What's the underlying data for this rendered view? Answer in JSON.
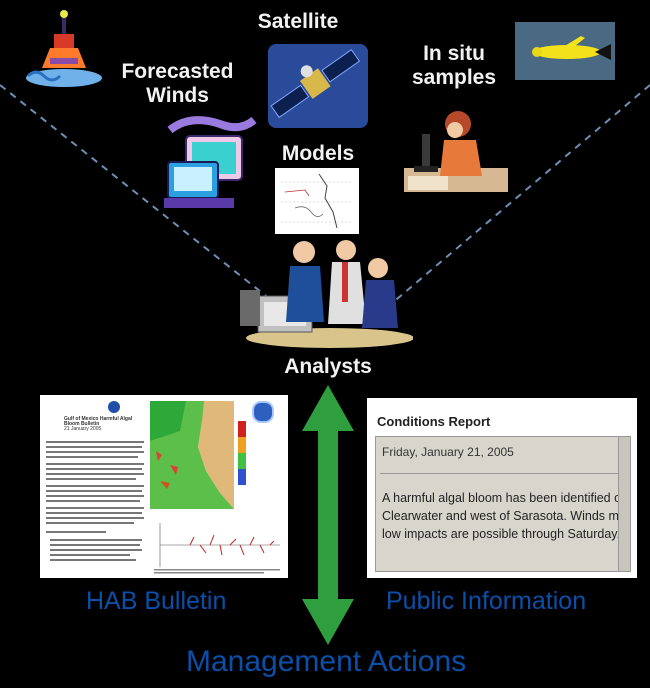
{
  "sources": {
    "satellite": "Satellite",
    "forecasted_winds_line1": "Forecasted",
    "forecasted_winds_line2": "Winds",
    "in_situ_line1": "In situ",
    "in_situ_line2": "samples",
    "models": "Models"
  },
  "analysts": "Analysts",
  "outputs": {
    "hab_bulletin": "HAB Bulletin",
    "public_information": "Public Information",
    "management_actions": "Management Actions"
  },
  "bulletin": {
    "title_line1": "Gulf of Mexico Harmful Algal",
    "title_line2": "Bloom Bulletin",
    "date": "21 January 2005"
  },
  "report": {
    "title": "Conditions Report",
    "date": "Friday, January 21, 2005",
    "text_line1": "A harmful algal bloom has been identified offshore southwest of",
    "text_line2": "Clearwater and west of Sarasota. Winds may favor movement tov",
    "text_line3": "low impacts are possible through Saturday. Reports of discolore"
  },
  "colors": {
    "arrow": "#2f9e3e",
    "bottom_text": "#0b4fa8",
    "label_text": "#f2f2f2",
    "dashed_line": "#6e8fb5"
  }
}
